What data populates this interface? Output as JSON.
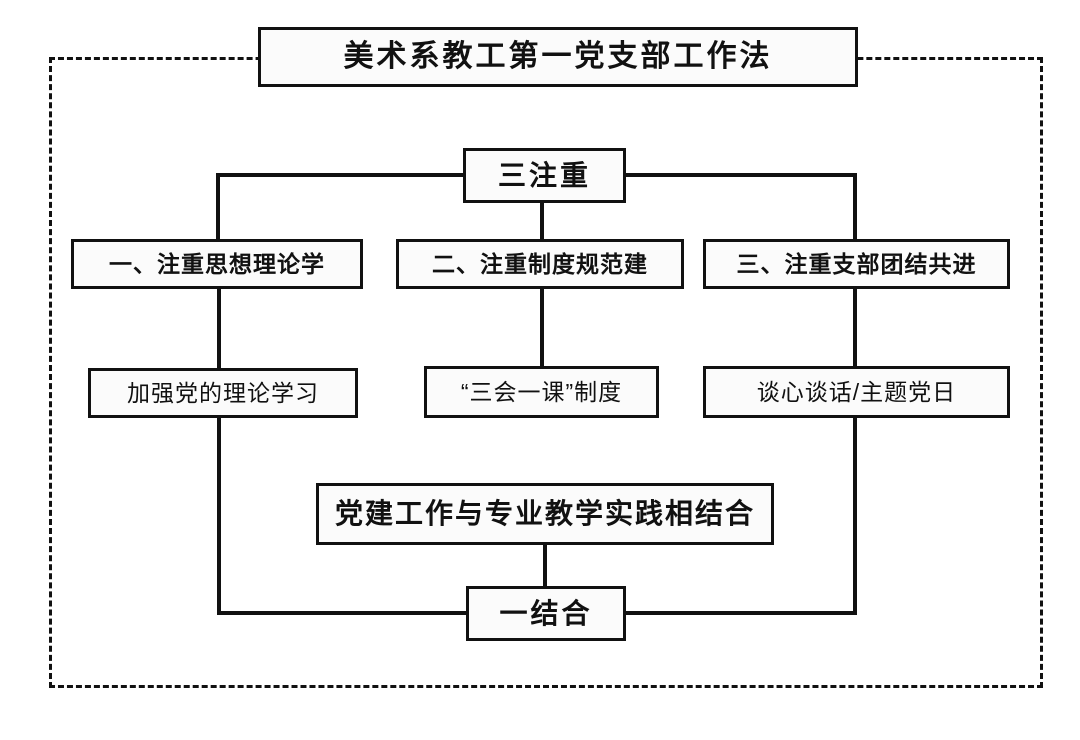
{
  "diagram": {
    "title_box": {
      "label": "美术系教工第一党支部工作法"
    },
    "hub_top": {
      "label": "三注重"
    },
    "pillars": [
      {
        "label": "一、注重思想理论学"
      },
      {
        "label": "二、注重制度规范建"
      },
      {
        "label": "三、注重支部团结共进"
      }
    ],
    "details": [
      {
        "label": "加强党的理论学习"
      },
      {
        "label": "“三会一课”制度"
      },
      {
        "label": "谈心谈话/主题党日"
      }
    ],
    "practice_box": {
      "label": "党建工作与专业教学实践相结合"
    },
    "hub_bottom": {
      "label": "一结合"
    },
    "colors": {
      "stroke": "#111111",
      "background": "#ffffff",
      "box_fill": "#fbfbfb"
    }
  }
}
